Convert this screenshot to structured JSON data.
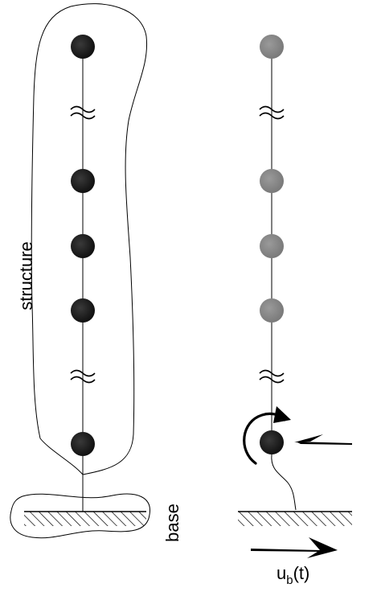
{
  "labels": {
    "structure": "structure",
    "base": "base",
    "displacement_main": "u",
    "displacement_sub": "b",
    "displacement_arg": "(t)"
  },
  "colors": {
    "mass_fixed": "#1c1c1c",
    "mass_relative": "#8a8a8a",
    "mass_base_driven": "#1c1c1c",
    "line": "#000000"
  },
  "icons": {
    "break_symbol": "wavy-break-icon",
    "rotation": "curved-arrow-icon",
    "force": "force-arrow-icon",
    "ground": "hatched-ground-icon"
  }
}
